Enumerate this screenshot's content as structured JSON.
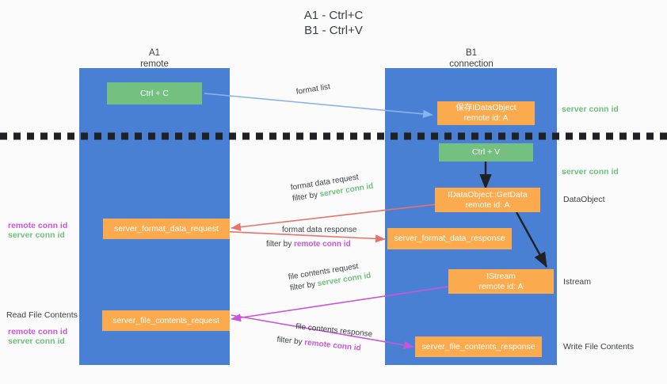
{
  "title": "A1 - Ctrl+C\nB1 - Ctrl+V",
  "columns": {
    "left": {
      "name": "A1",
      "role": "remote"
    },
    "right": {
      "name": "B1",
      "role": "connection"
    }
  },
  "colors": {
    "lane": "#4a80d4",
    "box_orange": "#fbab4e",
    "box_green": "#73c080",
    "server_conn_id": "#6ec07e",
    "remote_conn_id": "#c956d8",
    "arrow_blue": "#8ab4e8",
    "arrow_red": "#e8736a",
    "arrow_magenta": "#c956d8",
    "arrow_black": "#202124",
    "divider": "#202124"
  },
  "boxes": {
    "ctrl_c": {
      "line1": "Ctrl + C",
      "line2": ""
    },
    "ctrl_v": {
      "line1": "Ctrl + V",
      "line2": ""
    },
    "save_dataobject": {
      "line1": "保存IDataObject",
      "line2": "remote id: A"
    },
    "getdata": {
      "line1": "IDataObject::GetData",
      "line2": "remote id: A"
    },
    "istream": {
      "line1": "IStream",
      "line2": "remote id: A"
    },
    "server_format_data_request": {
      "line1": "server_format_data_request",
      "line2": ""
    },
    "server_format_data_response": {
      "line1": "server_format_data_response",
      "line2": ""
    },
    "server_file_contents_request": {
      "line1": "server_file_contents_request",
      "line2": ""
    },
    "server_file_contents_response": {
      "line1": "server_file_contents_response",
      "line2": ""
    }
  },
  "edge_labels": {
    "format_list": {
      "line1": "format list",
      "filter_prefix": "",
      "filter_value": ""
    },
    "format_data_request": {
      "line1": "format data request",
      "filter_prefix": "filter by ",
      "filter_value": "server conn id"
    },
    "format_data_response": {
      "line1": "format data response",
      "filter_prefix": "filter by ",
      "filter_value": "remote conn id"
    },
    "file_contents_request": {
      "line1": "file contents request",
      "filter_prefix": "filter by ",
      "filter_value": "server conn id"
    },
    "file_contents_response": {
      "line1": "file contents response",
      "filter_prefix": "filter by ",
      "filter_value": "remote conn id"
    }
  },
  "right_annotations": {
    "server_conn_id_top": "server conn id",
    "server_conn_id_mid": "server conn id",
    "dataobject": "DataObject",
    "istream": "Istream",
    "write_file_contents": "Write File Contents"
  },
  "left_annotations": {
    "remote_conn_id_1": "remote conn id",
    "server_conn_id_1": "server conn id",
    "read_file_contents": "Read File Contents",
    "remote_conn_id_2": "remote conn id",
    "server_conn_id_2": "server conn id"
  }
}
